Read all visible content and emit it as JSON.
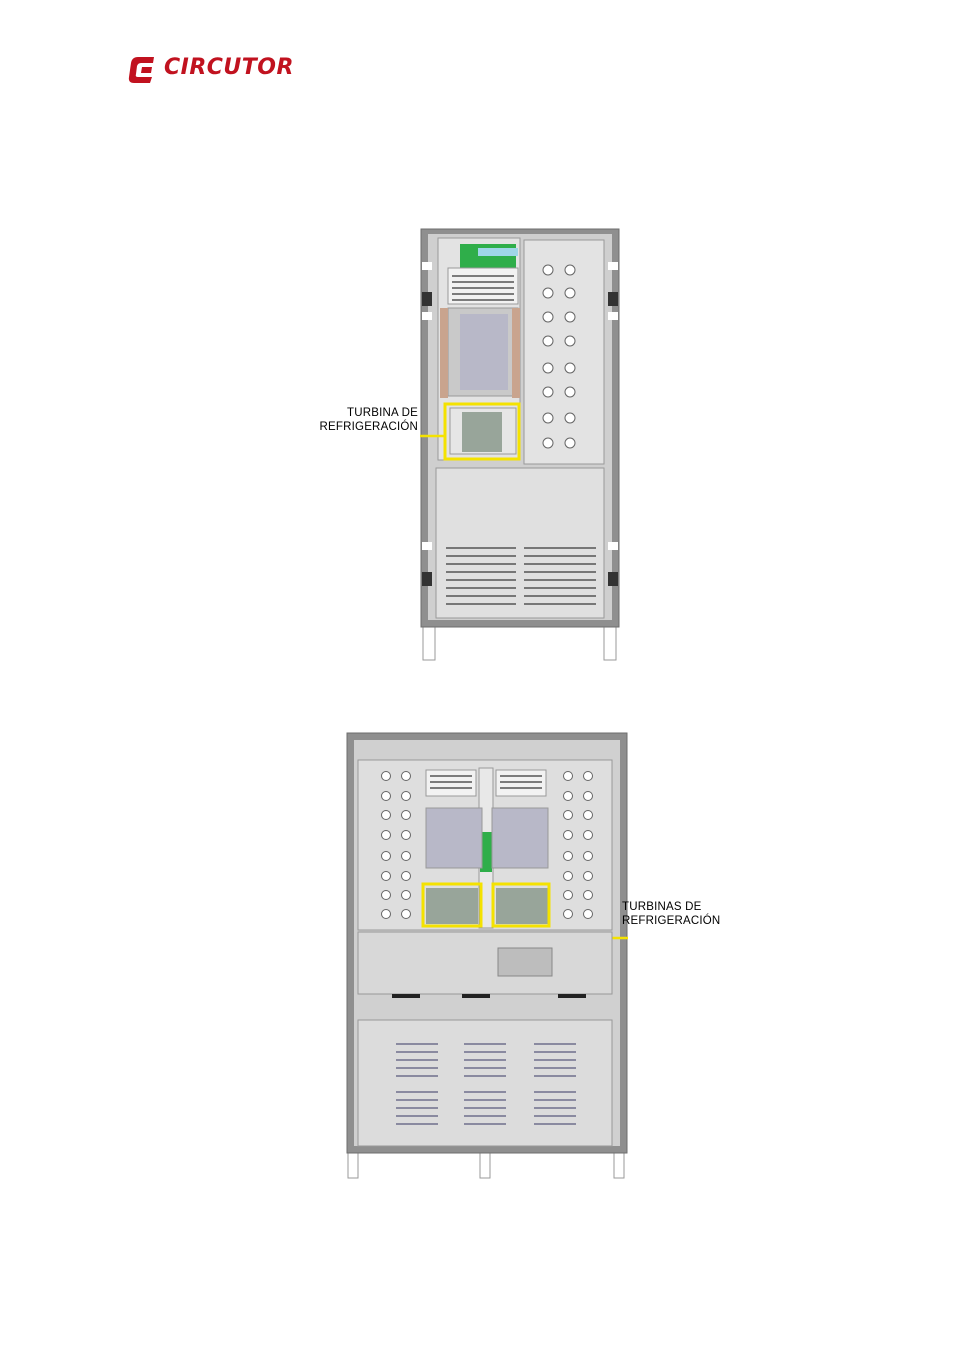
{
  "header": {
    "logo_text": "CIRCUTOR"
  },
  "figures": [
    {
      "callout_line1": "TURBINA DE",
      "callout_line2": "REFRIGERACIÓN"
    },
    {
      "callout_line1": "TURBINAS DE",
      "callout_line2": "REFRIGERACIÓN"
    }
  ],
  "colors": {
    "brand": "#c1121f",
    "highlight": "#f4e200",
    "cabinet_frame": "#8c8c8c",
    "panel": "#d9d9d9"
  }
}
